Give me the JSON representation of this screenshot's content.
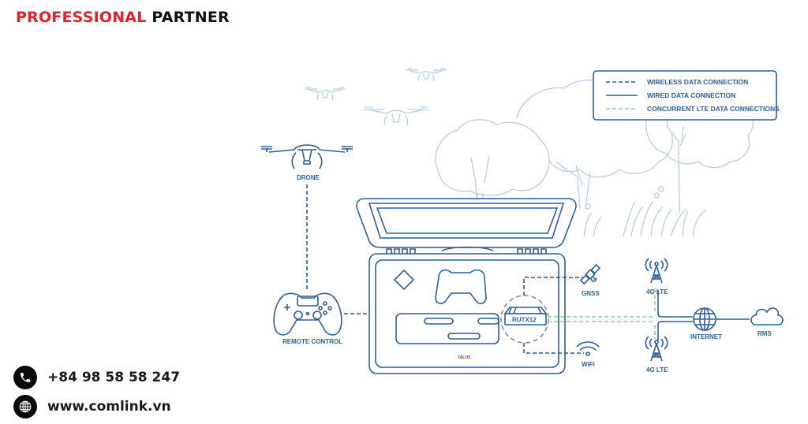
{
  "header": {
    "brand_part1": "PROFESSIONAL",
    "brand_part2": "PARTNER",
    "brand_part1_color": "#e0202c",
    "brand_part2_color": "#111111"
  },
  "contact": {
    "phone": "+84 98 58 58 247",
    "phone_icon": "phone-icon",
    "website": "www.comlink.vn",
    "website_icon": "globe-icon"
  },
  "legend": {
    "items": [
      {
        "label": "WIRELESS DATA CONNECTION",
        "style": "dashed",
        "color": "#2c5f9c"
      },
      {
        "label": "WIRED DATA CONNECTION",
        "style": "solid",
        "color": "#2c5f9c"
      },
      {
        "label": "CONCURRENT LTE DATA CONNECTIONS",
        "style": "dashed",
        "color": "#8fcfa8"
      }
    ]
  },
  "diagram": {
    "nodes": {
      "drone": "DRONE",
      "remote_control": "REMOTE CONTROL",
      "router": "RUTX12",
      "case": "TALOS",
      "gnss": "GNSS",
      "wifi": "WiFi",
      "lte_top": "4G LTE",
      "lte_bottom": "4G LTE",
      "internet": "INTERNET",
      "rms": "RMS"
    },
    "colors": {
      "primary": "#2c5f9c",
      "background_art": "#b9cde6",
      "lte": "#8fcfa8",
      "router_circle": "#8a8a9a"
    }
  }
}
